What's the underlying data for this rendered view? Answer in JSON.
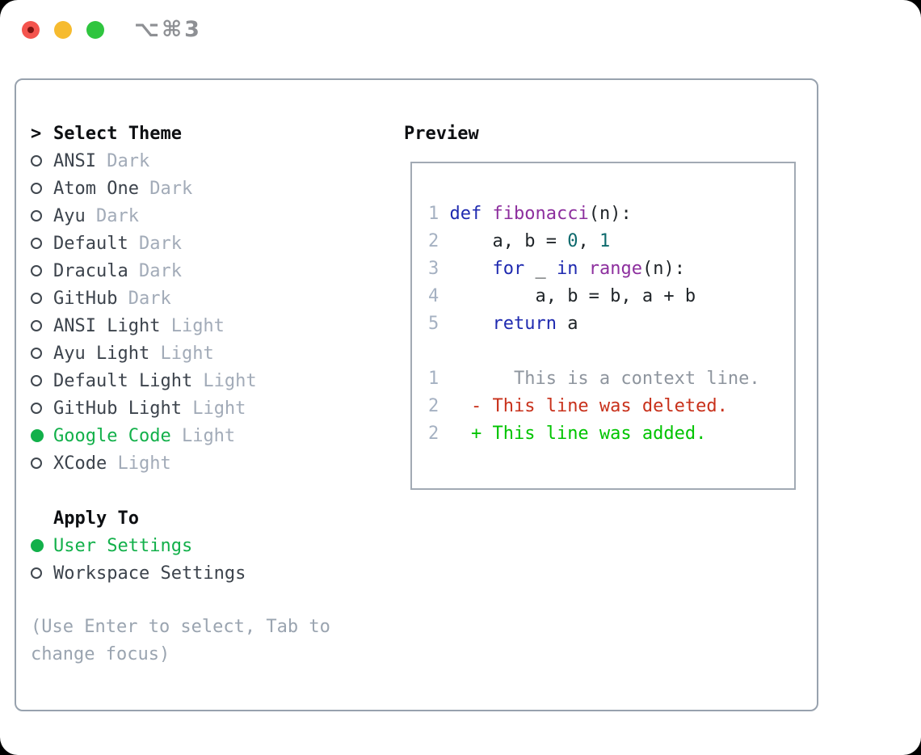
{
  "window": {
    "title": "⌥⌘3"
  },
  "titlebar": {
    "buttons": [
      {
        "name": "close-button",
        "color_key": "traffic_red"
      },
      {
        "name": "minimize-button",
        "color_key": "traffic_yellow"
      },
      {
        "name": "zoom-button",
        "color_key": "traffic_green"
      }
    ]
  },
  "theme_selector": {
    "prompt": ">",
    "heading": "Select Theme",
    "items": [
      {
        "name": "ANSI",
        "variant": "Dark",
        "selected": false
      },
      {
        "name": "Atom One",
        "variant": "Dark",
        "selected": false
      },
      {
        "name": "Ayu",
        "variant": "Dark",
        "selected": false
      },
      {
        "name": "Default",
        "variant": "Dark",
        "selected": false
      },
      {
        "name": "Dracula",
        "variant": "Dark",
        "selected": false
      },
      {
        "name": "GitHub",
        "variant": "Dark",
        "selected": false
      },
      {
        "name": "ANSI Light",
        "variant": "Light",
        "selected": false
      },
      {
        "name": "Ayu Light",
        "variant": "Light",
        "selected": false
      },
      {
        "name": "Default Light",
        "variant": "Light",
        "selected": false
      },
      {
        "name": "GitHub Light",
        "variant": "Light",
        "selected": false
      },
      {
        "name": "Google Code",
        "variant": "Light",
        "selected": true
      },
      {
        "name": "XCode",
        "variant": "Light",
        "selected": false
      }
    ]
  },
  "apply_to": {
    "heading": "Apply To",
    "options": [
      {
        "label": "User Settings",
        "selected": true
      },
      {
        "label": "Workspace Settings",
        "selected": false
      }
    ]
  },
  "hint": {
    "text": "(Use Enter to select, Tab to change focus)"
  },
  "preview": {
    "heading": "Preview",
    "lines": [
      {
        "num": "1",
        "segments": [
          {
            "text": " ",
            "style": "plain"
          },
          {
            "text": "def",
            "style": "keyword"
          },
          {
            "text": " ",
            "style": "plain"
          },
          {
            "text": "fibonacci",
            "style": "function"
          },
          {
            "text": "(n):",
            "style": "plain"
          }
        ]
      },
      {
        "num": "2",
        "segments": [
          {
            "text": "     a, b = ",
            "style": "plain"
          },
          {
            "text": "0",
            "style": "literal"
          },
          {
            "text": ", ",
            "style": "plain"
          },
          {
            "text": "1",
            "style": "literal"
          }
        ]
      },
      {
        "num": "3",
        "segments": [
          {
            "text": "     ",
            "style": "plain"
          },
          {
            "text": "for",
            "style": "keyword"
          },
          {
            "text": " _ ",
            "style": "plain"
          },
          {
            "text": "in",
            "style": "keyword"
          },
          {
            "text": " ",
            "style": "plain"
          },
          {
            "text": "range",
            "style": "function"
          },
          {
            "text": "(n):",
            "style": "plain"
          }
        ]
      },
      {
        "num": "4",
        "segments": [
          {
            "text": "         a, b = b, a + b",
            "style": "plain"
          }
        ]
      },
      {
        "num": "5",
        "segments": [
          {
            "text": "     ",
            "style": "plain"
          },
          {
            "text": "return",
            "style": "keyword"
          },
          {
            "text": " a",
            "style": "plain"
          }
        ]
      },
      {
        "num": "",
        "segments": []
      },
      {
        "num": "1",
        "segments": [
          {
            "text": "       This is a context line.",
            "style": "context"
          }
        ]
      },
      {
        "num": "2",
        "segments": [
          {
            "text": "   - This line was deleted.",
            "style": "deleted"
          }
        ]
      },
      {
        "num": "2",
        "segments": [
          {
            "text": "   + This line was added.",
            "style": "added"
          }
        ]
      }
    ]
  },
  "colors": {
    "traffic_red": "#f4544e",
    "traffic_red_inner": "#7d1311",
    "traffic_yellow": "#f6bb2f",
    "traffic_green": "#2fc53f",
    "title_gray": "#8e9094",
    "panel_border": "#98a2ae",
    "preview_border": "#a2aab4",
    "heading_black": "#0d0f12",
    "item_dark": "#3c434c",
    "variant_muted": "#a2abb8",
    "radio_outline": "#40474f",
    "select_green": "#12b04a",
    "hint_gray": "#9aa4b0",
    "line_number": "#a5b1c2",
    "code_plain": "#1f2428",
    "keyword": "#1f2ab0",
    "function": "#8d2f9e",
    "literal": "#0e6a6d",
    "context_gray": "#8e959e",
    "diff_red": "#c8311b",
    "diff_green": "#00c400"
  }
}
